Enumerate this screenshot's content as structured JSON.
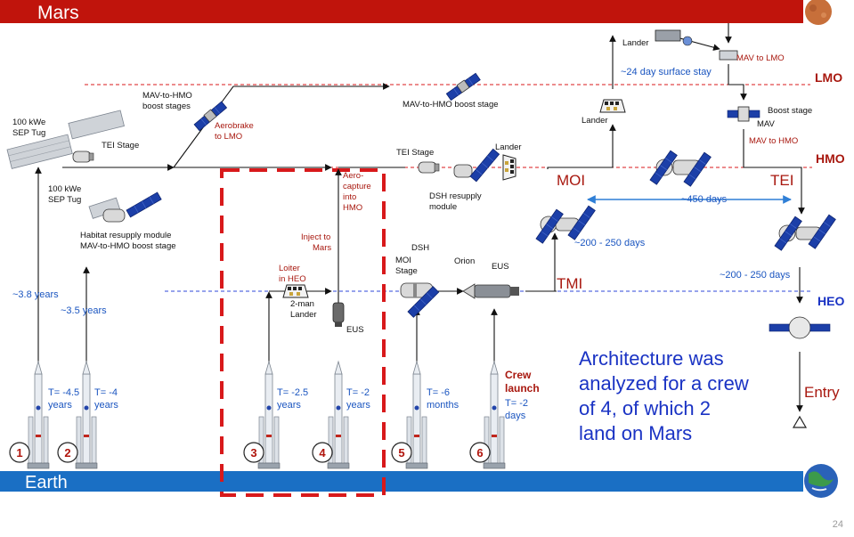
{
  "header": {
    "mars_label": "Mars",
    "earth_label": "Earth"
  },
  "levels": {
    "lmo": "LMO",
    "hmo": "HMO",
    "heo": "HEO"
  },
  "launches": [
    {
      "num": "1",
      "time": "T= -4.5",
      "unit": "years"
    },
    {
      "num": "2",
      "time": "T= -4",
      "unit": "years"
    },
    {
      "num": "3",
      "time": "T= -2.5",
      "unit": "years"
    },
    {
      "num": "4",
      "time": "T= -2",
      "unit": "years"
    },
    {
      "num": "5",
      "time": "T= -6",
      "unit": "months"
    },
    {
      "num": "6",
      "time": "T= -2",
      "unit": "days"
    }
  ],
  "labels": {
    "sep_tug_top": [
      "100 kWe",
      "SEP Tug"
    ],
    "tei_stage_left": "TEI Stage",
    "sep_tug_bottom": [
      "100 kWe",
      "SEP Tug"
    ],
    "habitat": [
      "Habitat resupply module",
      "MAV-to-HMO boost stage"
    ],
    "years_38": "~3.8 years",
    "years_35": "~3.5 years",
    "mav_boost_stages": [
      "MAV-to-HMO",
      "boost stages"
    ],
    "aerobrake": [
      "Aerobrake",
      "to LMO"
    ],
    "mav_boost_stage_top": "MAV-to-HMO boost stage",
    "aerocapture": [
      "Aero-",
      "capture",
      "into",
      "HMO"
    ],
    "inject": [
      "Inject to",
      "Mars"
    ],
    "loiter": [
      "Loiter",
      "in HEO"
    ],
    "two_man": [
      "2-man",
      "Lander"
    ],
    "eus_small": "EUS",
    "tei_stage_mid": "TEI Stage",
    "lander_mid": "Lander",
    "dsh_resupply": [
      "DSH resupply",
      "module"
    ],
    "dsh": "DSH",
    "moi_stage": [
      "MOI",
      "Stage"
    ],
    "orion": "Orion",
    "eus_mid": "EUS",
    "crew_launch": [
      "Crew",
      "launch"
    ],
    "tmi": "TMI",
    "moi": "MOI",
    "lander_top": "Lander",
    "lander_lmo": "Lander",
    "surface_stay": "~24 day surface stay",
    "mav_to_lmo": "MAV to LMO",
    "boost_stage": "Boost stage",
    "mav": "MAV",
    "mav_to_hmo": "MAV to HMO",
    "days_450": "~450 days",
    "days_200_a": "~200 - 250 days",
    "days_200_b": "~200 - 250 days",
    "tei": "TEI",
    "entry": "Entry"
  },
  "architecture_note": [
    "Architecture was",
    "analyzed for a crew",
    "of 4, of which 2",
    "land on Mars"
  ],
  "slide_number": "24",
  "colors": {
    "mars_bar": "#c0140c",
    "earth_bar": "#1a6fc4",
    "dashed_red": "#d8191b",
    "dark_red": "#a8180f",
    "blue_text": "#1a55c0",
    "navy": "#1a33c4"
  }
}
